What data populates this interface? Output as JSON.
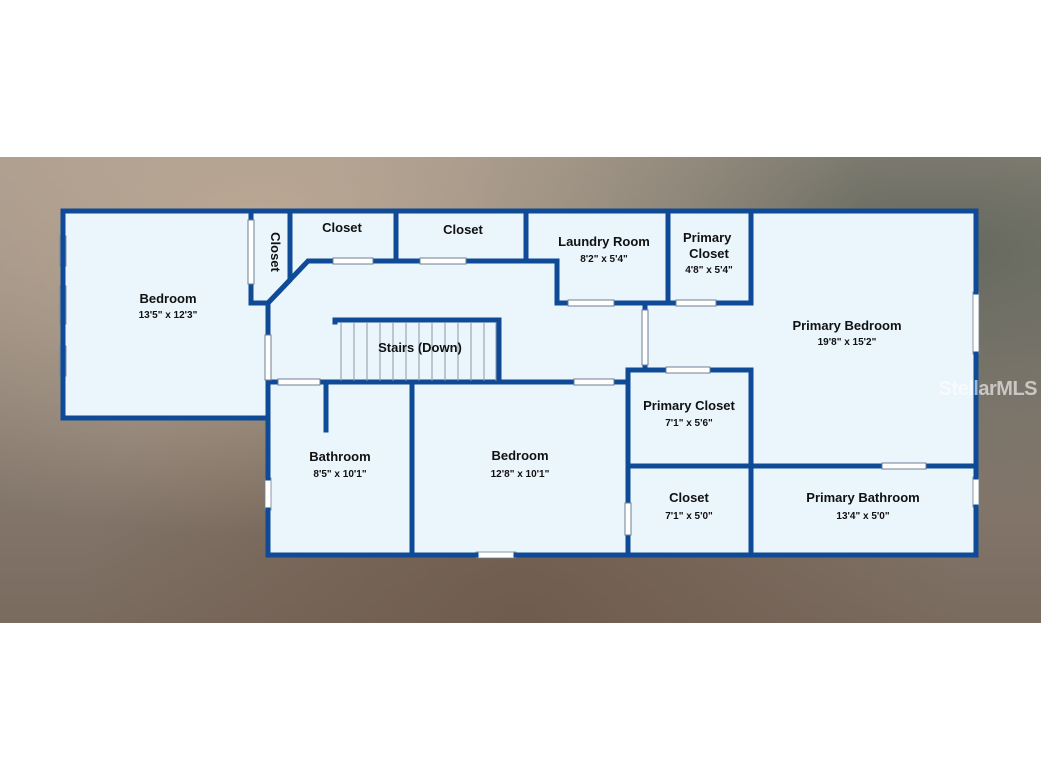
{
  "colors": {
    "wall": "#0f4a96",
    "floor": "#eaf5fc",
    "window": "#ffffff"
  },
  "watermark": "StellarMLS",
  "rooms": [
    {
      "id": "bedroom-left",
      "name": "Bedroom",
      "dims": "13'5\" x 12'3\""
    },
    {
      "id": "closet-vertical",
      "name": "Closet",
      "dims": ""
    },
    {
      "id": "closet-a",
      "name": "Closet",
      "dims": ""
    },
    {
      "id": "closet-b",
      "name": "Closet",
      "dims": ""
    },
    {
      "id": "laundry-room",
      "name": "Laundry Room",
      "dims": "8'2\" x 5'4\""
    },
    {
      "id": "primary-closet-top",
      "name": "Primary\nCloset",
      "dims": "4'8\" x 5'4\""
    },
    {
      "id": "primary-bedroom",
      "name": "Primary Bedroom",
      "dims": "19'8\" x 15'2\""
    },
    {
      "id": "stairs",
      "name": "Stairs (Down)",
      "dims": ""
    },
    {
      "id": "bathroom",
      "name": "Bathroom",
      "dims": "8'5\" x 10'1\""
    },
    {
      "id": "bedroom-middle",
      "name": "Bedroom",
      "dims": "12'8\" x 10'1\""
    },
    {
      "id": "primary-closet-mid",
      "name": "Primary Closet",
      "dims": "7'1\" x 5'6\""
    },
    {
      "id": "closet-small",
      "name": "Closet",
      "dims": "7'1\" x 5'0\""
    },
    {
      "id": "primary-bathroom",
      "name": "Primary Bathroom",
      "dims": "13'4\" x 5'0\""
    }
  ]
}
